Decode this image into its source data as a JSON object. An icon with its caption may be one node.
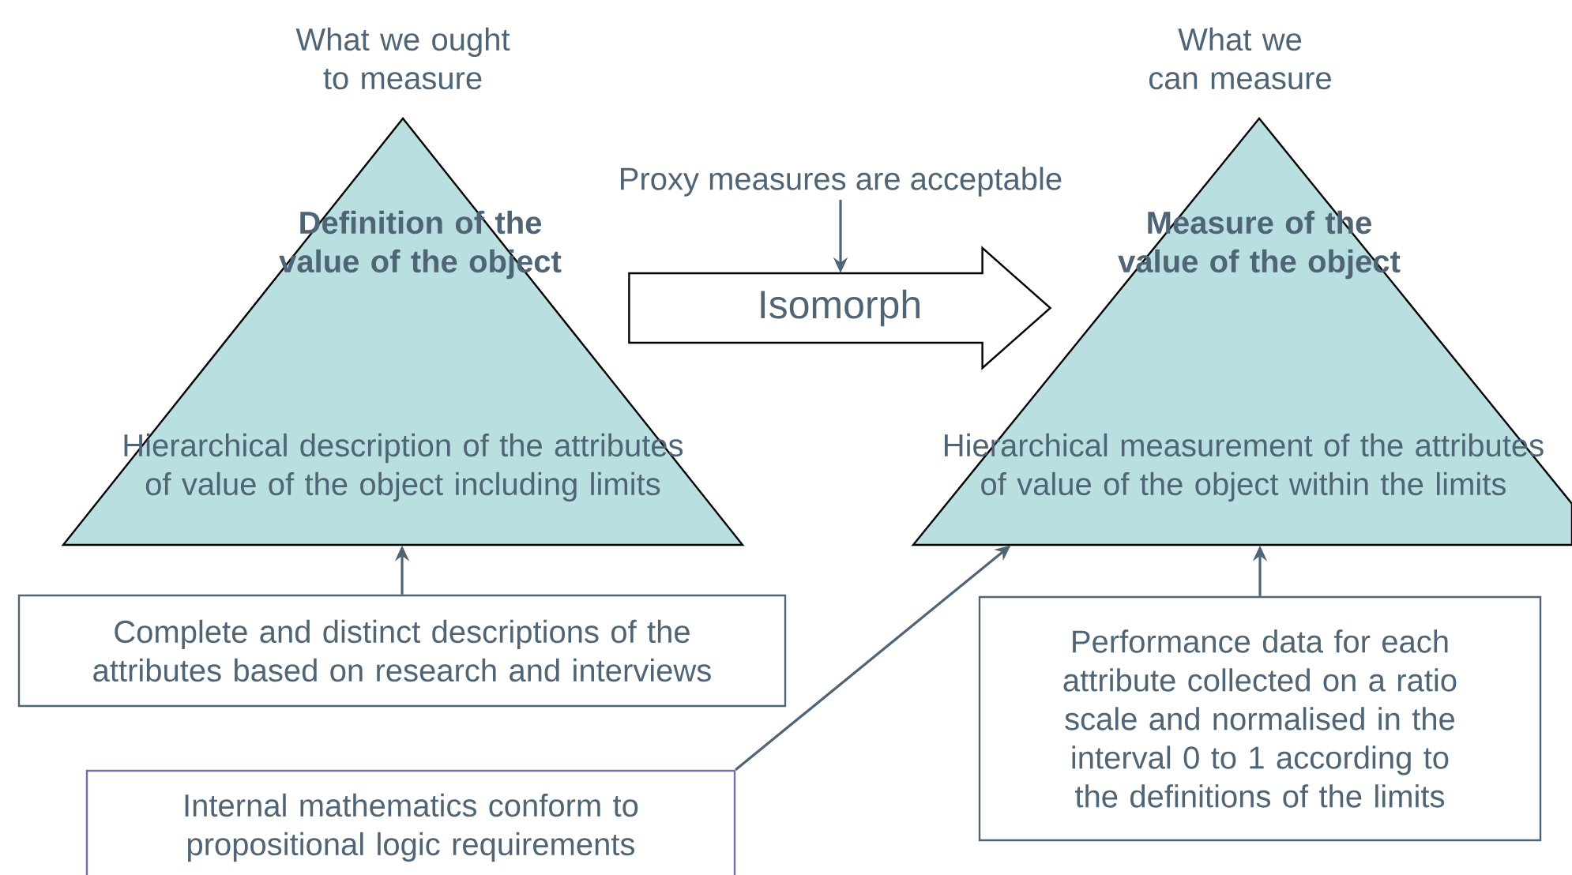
{
  "diagram": {
    "nodes": [
      {
        "text": [
          "What we ought to measure",
          "Definition of the value of the object",
          "Hierarchical description of the attributes of value of the object including limits"
        ]
      },
      {
        "text": [
          "Proxy measures are acceptable"
        ]
      },
      {
        "text": [
          "What we can measure",
          "Measure of the value of the object",
          "Hierarchical measurement of the attributes of value of the object within the limits"
        ]
      },
      {
        "text": [
          "Complete and distinct descriptions of the attributes based on research and interviews"
        ]
      },
      {
        "text": [
          "Internal mathematics conform to propositional logic requirements"
        ]
      },
      {
        "text": [
          "Performance data for each attribute collected on a ratio scale and normalised in the interval 0 to 1 according to the definitions of the limits"
        ]
      }
    ],
    "edges": [
      {
        "from": 1,
        "to": null,
        "arrow": "to"
      },
      {
        "from": 0,
        "to": 2,
        "arrow": "to",
        "label": "Isomorph",
        "style": "thick"
      },
      {
        "from": 3,
        "to": 0,
        "arrow": "to"
      },
      {
        "from": 4,
        "to": 2,
        "arrow": "to"
      },
      {
        "from": 5,
        "to": 2,
        "arrow": "to"
      }
    ]
  }
}
